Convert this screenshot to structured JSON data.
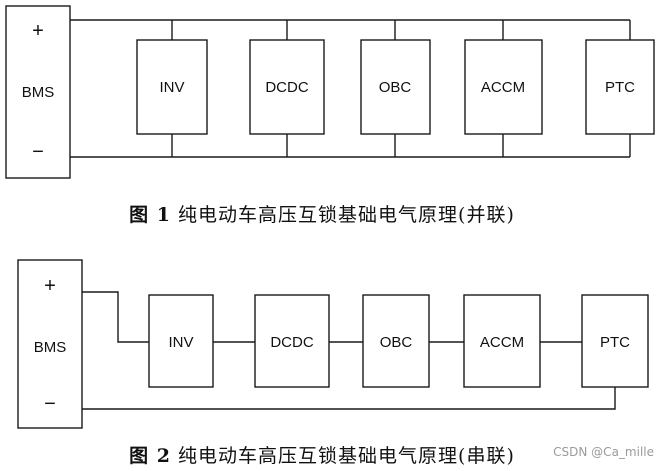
{
  "figures": [
    {
      "bms": {
        "label": "BMS",
        "plus": "+",
        "minus": "−"
      },
      "modules": [
        "INV",
        "DCDC",
        "OBC",
        "ACCM",
        "PTC"
      ],
      "caption": {
        "number": "图 1",
        "text": "纯电动车高压互锁基础电气原理(并联)"
      }
    },
    {
      "bms": {
        "label": "BMS",
        "plus": "+",
        "minus": "−"
      },
      "modules": [
        "INV",
        "DCDC",
        "OBC",
        "ACCM",
        "PTC"
      ],
      "caption": {
        "number": "图 2",
        "text": "纯电动车高压互锁基础电气原理(串联)"
      }
    }
  ],
  "watermark": "CSDN @Ca_mille",
  "colors": {
    "line": "#1a1a1a",
    "text": "#111111",
    "watermark": "#9a9a9a"
  }
}
